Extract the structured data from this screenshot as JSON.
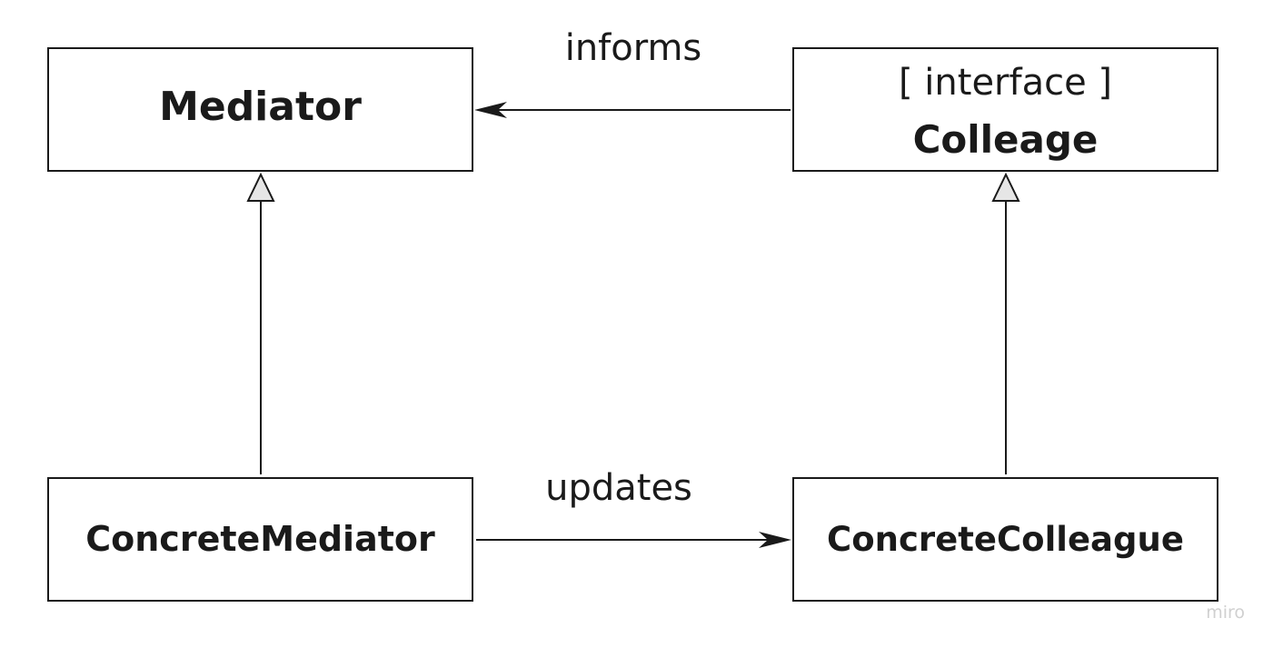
{
  "colors": {
    "stroke": "#1a1a1a",
    "box_fill": "#ffffff",
    "generalization_head_fill": "#e6e6e6",
    "watermark": "#d0d0d0"
  },
  "classes": {
    "mediator": {
      "name": "Mediator"
    },
    "colleague": {
      "stereotype": "[ interface ]",
      "name": "Colleage"
    },
    "concrete_mediator": {
      "name": "ConcreteMediator"
    },
    "concrete_colleague": {
      "name": "ConcreteColleague"
    }
  },
  "relations": {
    "informs": {
      "label": "informs",
      "kind": "association"
    },
    "updates": {
      "label": "updates",
      "kind": "association"
    },
    "mediator_generalization": {
      "kind": "generalization"
    },
    "colleague_generalization": {
      "kind": "generalization"
    }
  },
  "watermark": "miro"
}
